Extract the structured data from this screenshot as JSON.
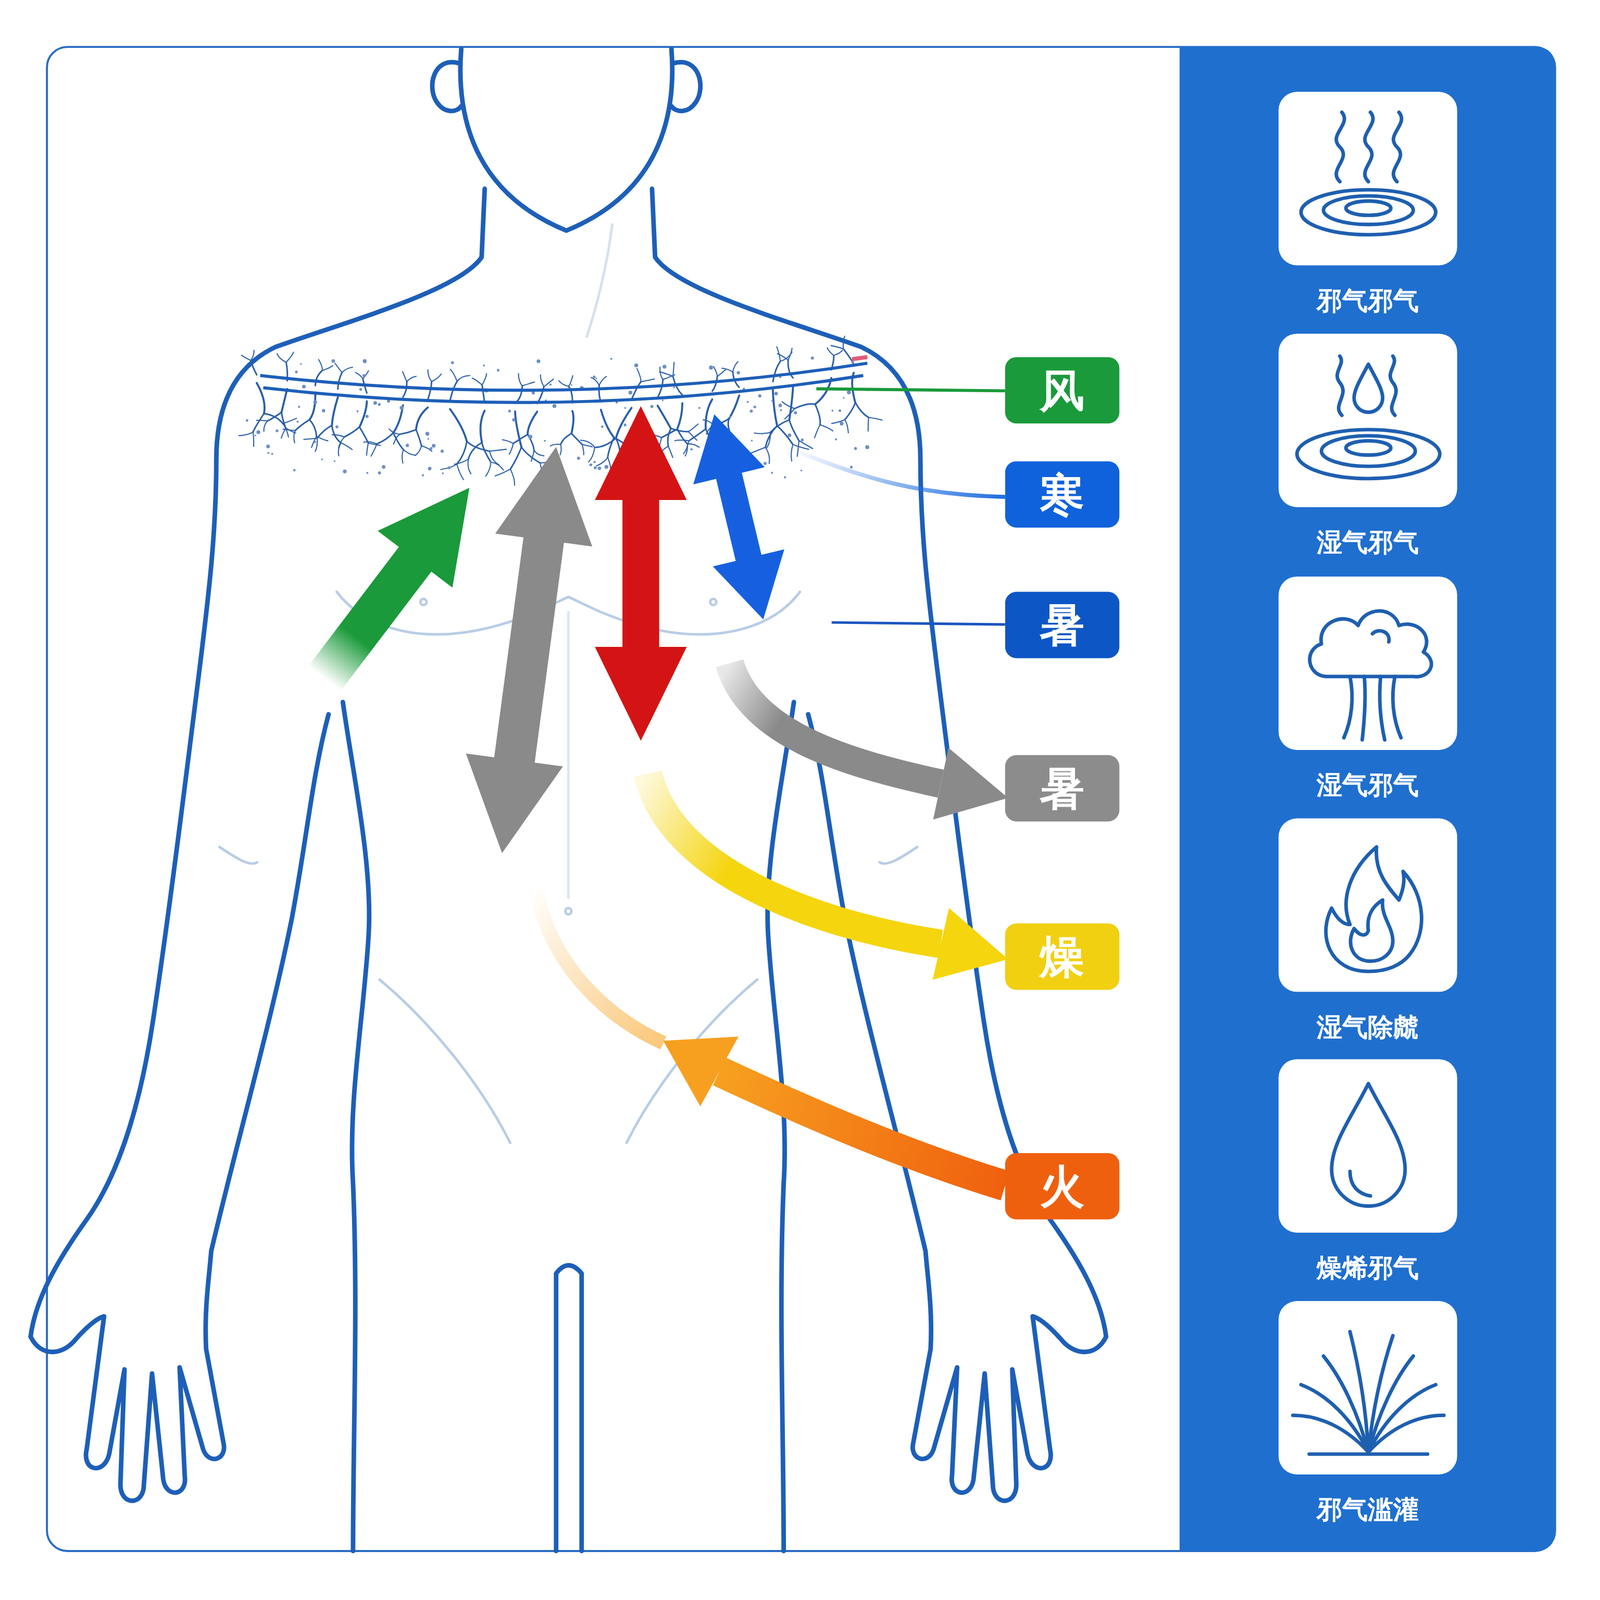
{
  "diagram": {
    "nodes": [
      {
        "text": [
          "风"
        ]
      },
      {
        "text": [
          "寒"
        ]
      },
      {
        "text": [
          "暑"
        ]
      },
      {
        "text": [
          "暑"
        ]
      },
      {
        "text": [
          "燥"
        ]
      },
      {
        "text": [
          "火"
        ]
      },
      {
        "text": [
          "邪气邪气"
        ]
      },
      {
        "text": [
          "湿气邪气"
        ]
      },
      {
        "text": [
          "湿气邪气"
        ]
      },
      {
        "text": [
          "湿气除虤"
        ]
      },
      {
        "text": [
          "燥烯邪气"
        ]
      },
      {
        "text": [
          "邪气滥灌"
        ]
      }
    ]
  }
}
